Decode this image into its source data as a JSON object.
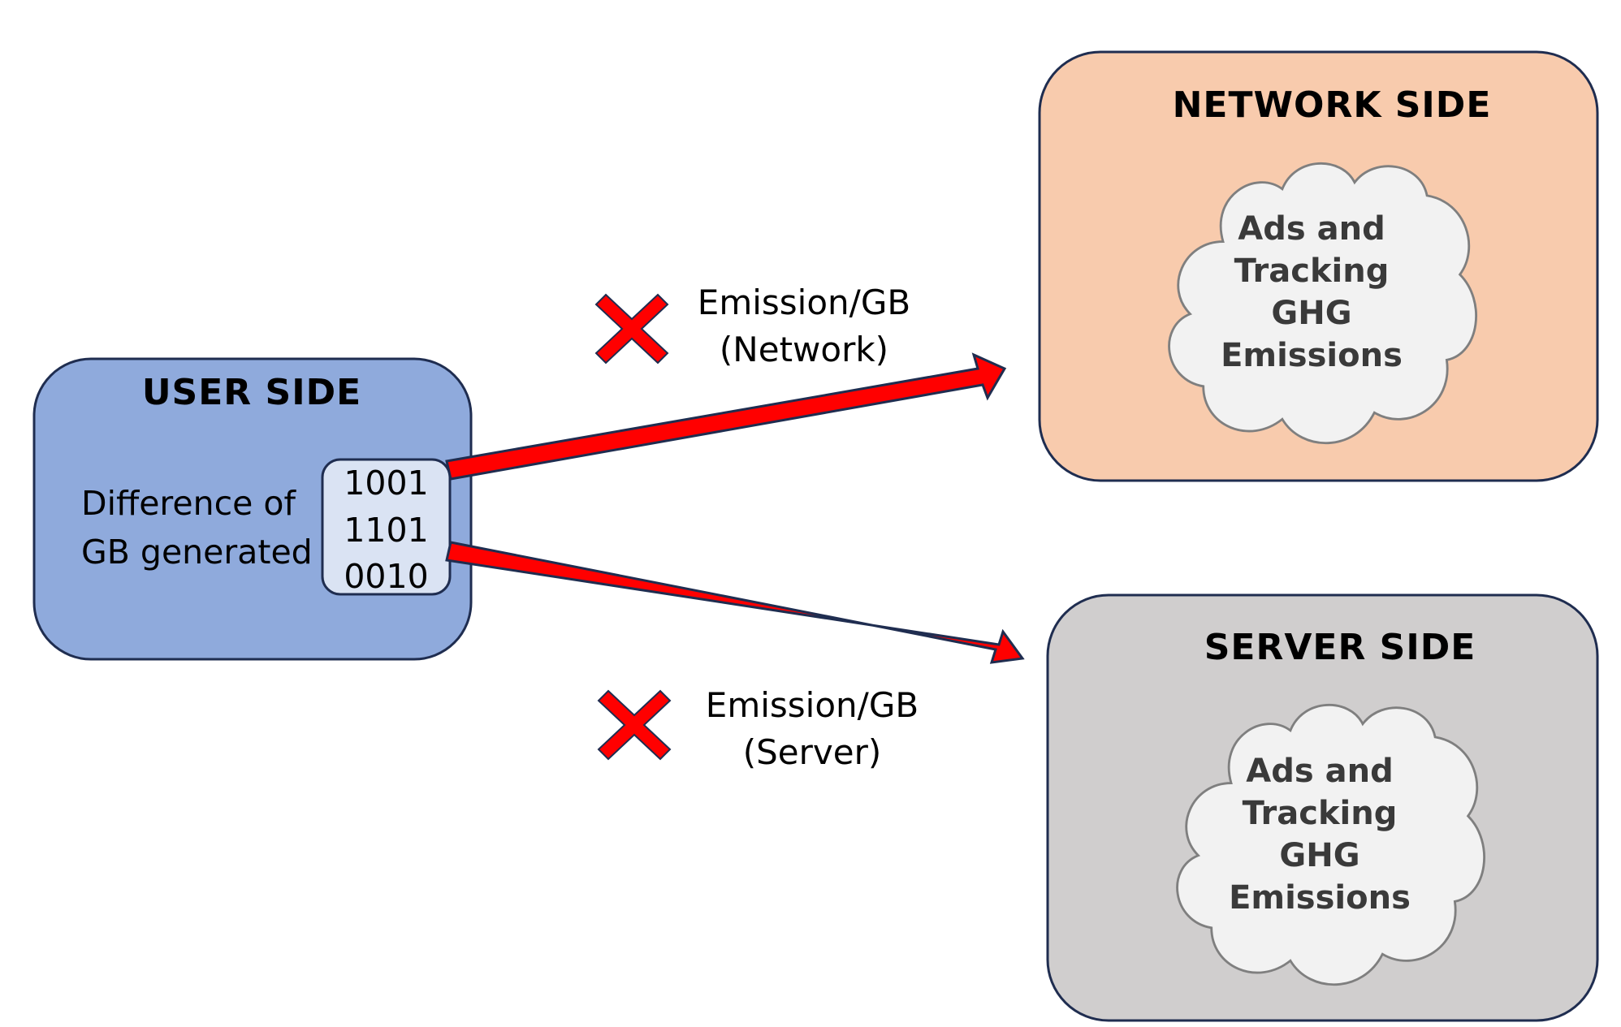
{
  "user_side": {
    "title": "USER SIDE",
    "text_line1": "Difference of",
    "text_line2": "GB generated",
    "bits": [
      "1001",
      "1101",
      "0010"
    ],
    "fill_color": "#8faadc",
    "border_color": "#1f2d50"
  },
  "network_side": {
    "title": "NETWORK SIDE",
    "cloud_lines": [
      "Ads and",
      "Tracking",
      "GHG",
      "Emissions"
    ],
    "fill_color": "#f8cbad"
  },
  "server_side": {
    "title": "SERVER SIDE",
    "cloud_lines": [
      "Ads and",
      "Tracking",
      "GHG",
      "Emissions"
    ],
    "fill_color": "#d0cece"
  },
  "arrow_network": {
    "label_line1": "Emission/GB",
    "label_line2": "(Network)"
  },
  "arrow_server": {
    "label_line1": "Emission/GB",
    "label_line2": "(Server)"
  },
  "colors": {
    "arrow": "#ff0000",
    "arrow_outline": "#1f2d50",
    "cloud_fill": "#f2f2f2",
    "cloud_stroke": "#7f7f7f"
  },
  "icons": {
    "multiply": "multiply-x-icon",
    "arrow": "arrow-right-icon",
    "cloud": "cloud-icon"
  }
}
